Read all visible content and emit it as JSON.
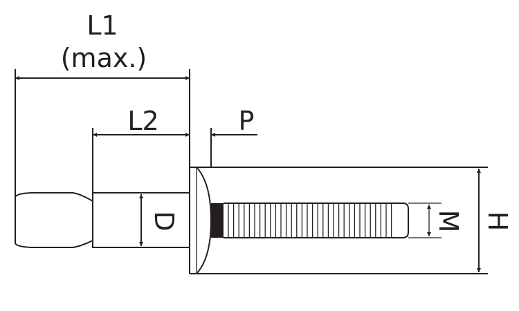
{
  "labels": {
    "l1": "L1",
    "l1_note": "(max.)",
    "l2": "L2",
    "p": "P",
    "d": "D",
    "m": "M",
    "h": "H"
  },
  "colors": {
    "line": "#231f20",
    "background": "#ffffff"
  }
}
